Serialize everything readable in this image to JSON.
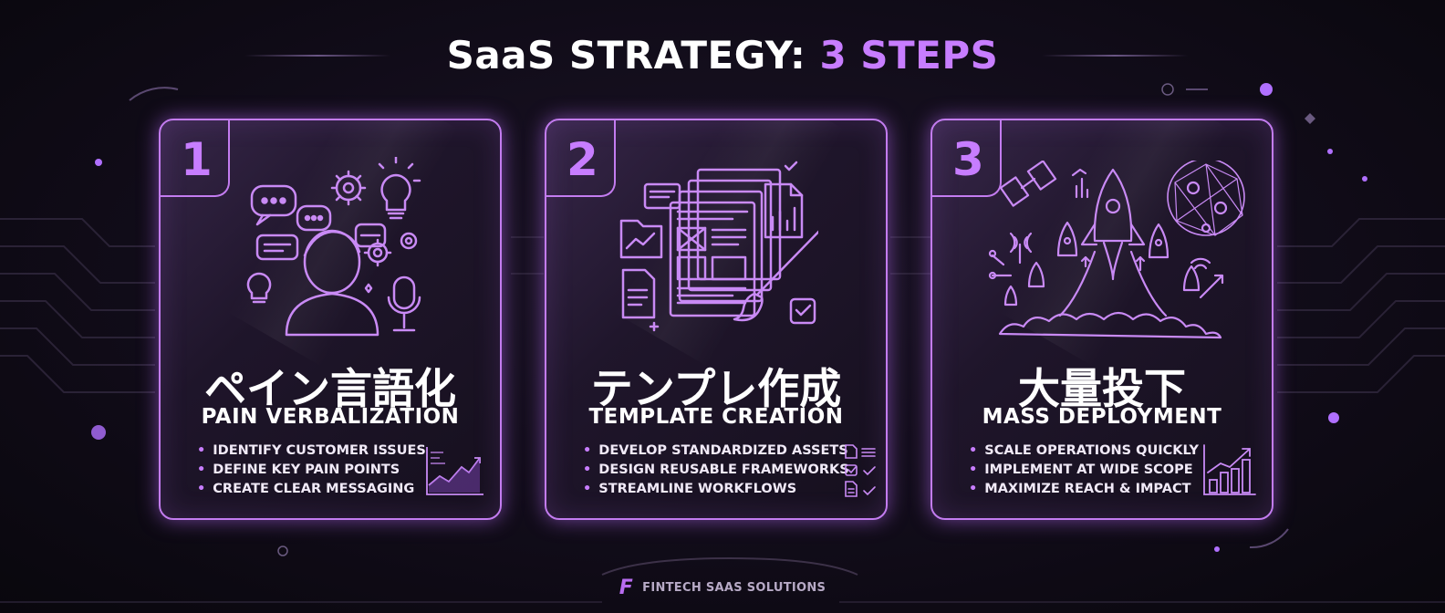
{
  "header": {
    "title_main": "SaaS STRATEGY: ",
    "title_accent": "3 STEPS"
  },
  "cards": [
    {
      "number": "1",
      "title_jp": "ペイン言語化",
      "title_en": "PAIN VERBALIZATION",
      "bullets": [
        "IDENTIFY CUSTOMER ISSUES",
        "DEFINE KEY PAIN POINTS",
        "CREATE CLEAR MESSAGING"
      ],
      "illustration": "person-with-speech-bubbles-gears-lightbulb-microphone-icon",
      "side_icon": "growth-chart-icon"
    },
    {
      "number": "2",
      "title_jp": "テンプレ作成",
      "title_en": "TEMPLATE CREATION",
      "bullets": [
        "DEVELOP STANDARDIZED ASSETS",
        "DESIGN REUSABLE FRAMEWORKS",
        "STREAMLINE WORKFLOWS"
      ],
      "illustration": "documents-templates-paintbrush-icon",
      "side_icon": "document-checklist-icon"
    },
    {
      "number": "3",
      "title_jp": "大量投下",
      "title_en": "MASS DEPLOYMENT",
      "bullets": [
        "SCALE OPERATIONS QUICKLY",
        "IMPLEMENT AT WIDE SCOPE",
        "MAXIMIZE REACH & IMPACT"
      ],
      "illustration": "rockets-launching-network-satellite-icon",
      "side_icon": "bar-chart-growth-icon"
    }
  ],
  "footer": {
    "brand": "FINTECH SAAS SOLUTIONS",
    "logo_icon": "f-logo-icon"
  },
  "colors": {
    "accent": "#c77dff",
    "border": "#c37cf0",
    "background": "#0d0a14"
  }
}
